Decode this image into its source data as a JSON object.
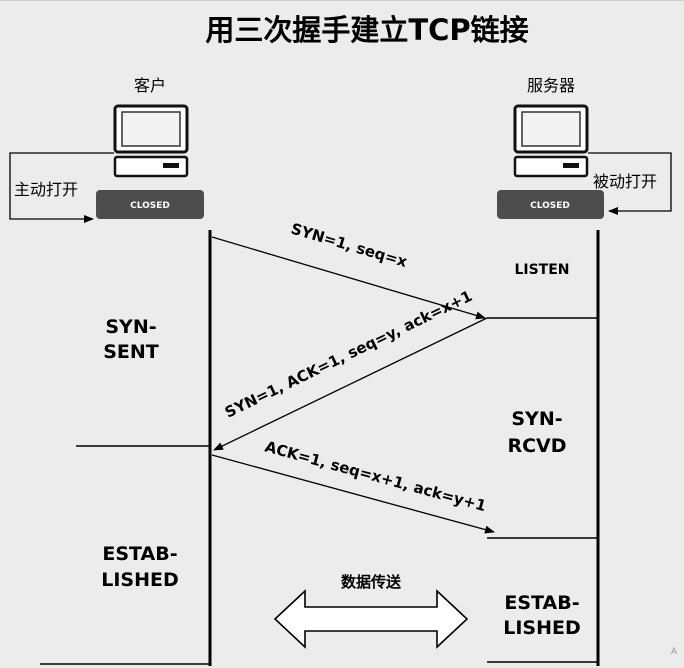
{
  "title": "用三次握手建立TCP链接",
  "client": {
    "label": "客户",
    "action": "主动打开",
    "initial_state": "CLOSED",
    "states": {
      "syn_sent": [
        "SYN-",
        "SENT"
      ],
      "established": [
        "ESTAB-",
        "LISHED"
      ]
    }
  },
  "server": {
    "label": "服务器",
    "action": "被动打开",
    "initial_state": "CLOSED",
    "states": {
      "listen": "LISTEN",
      "syn_rcvd": [
        "SYN-",
        "RCVD"
      ],
      "established": [
        "ESTAB-",
        "LISHED"
      ]
    }
  },
  "messages": {
    "m1": "SYN=1,  seq=x",
    "m2": "SYN=1,  ACK=1, seq=y, ack=x+1",
    "m3": "ACK=1, seq=x+1, ack=y+1"
  },
  "data_transfer": "数据传送",
  "watermark": "A",
  "colors": {
    "pill": "#4d4d4d",
    "line": "#000000",
    "monitor_screen": "#f3f3f3"
  },
  "icons": [
    "computer-icon",
    "double-arrow-icon"
  ]
}
